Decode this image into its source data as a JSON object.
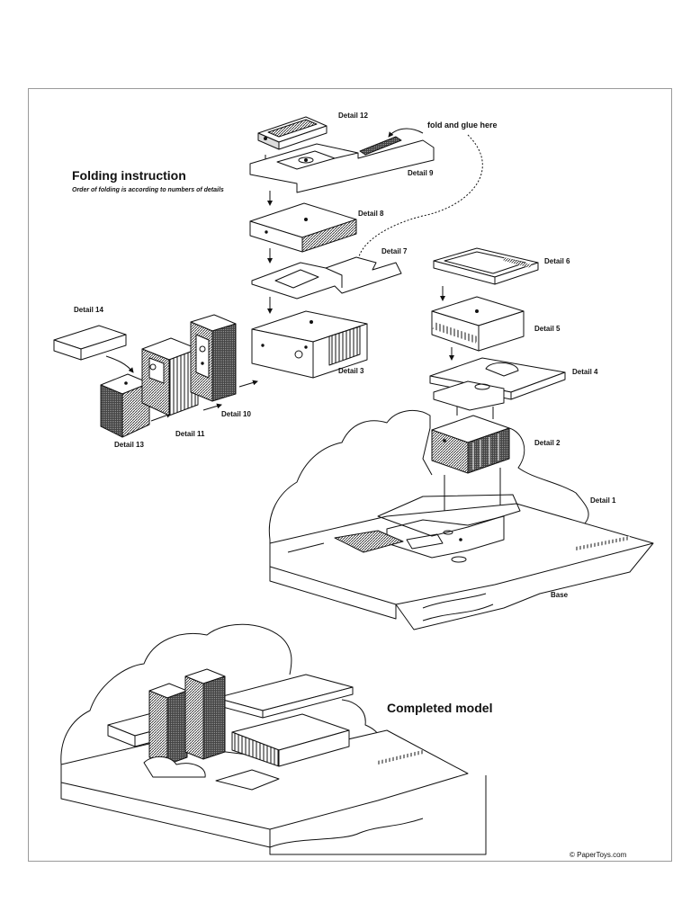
{
  "title": "Folding instruction",
  "subtitle": "Order of folding is according to numbers of details",
  "fold_note": "fold and glue here",
  "completed_label": "Completed model",
  "copyright": "© PaperToys.com",
  "details": {
    "d1": "Detail 1",
    "d2": "Detail 2",
    "d3": "Detail 3",
    "d4": "Detail 4",
    "d5": "Detail 5",
    "d6": "Detail 6",
    "d7": "Detail 7",
    "d8": "Detail 8",
    "d9": "Detail 9",
    "d10": "Detail 10",
    "d11": "Detail 11",
    "d12": "Detail 12",
    "d13": "Detail 13",
    "d14": "Detail 14",
    "base": "Base"
  }
}
